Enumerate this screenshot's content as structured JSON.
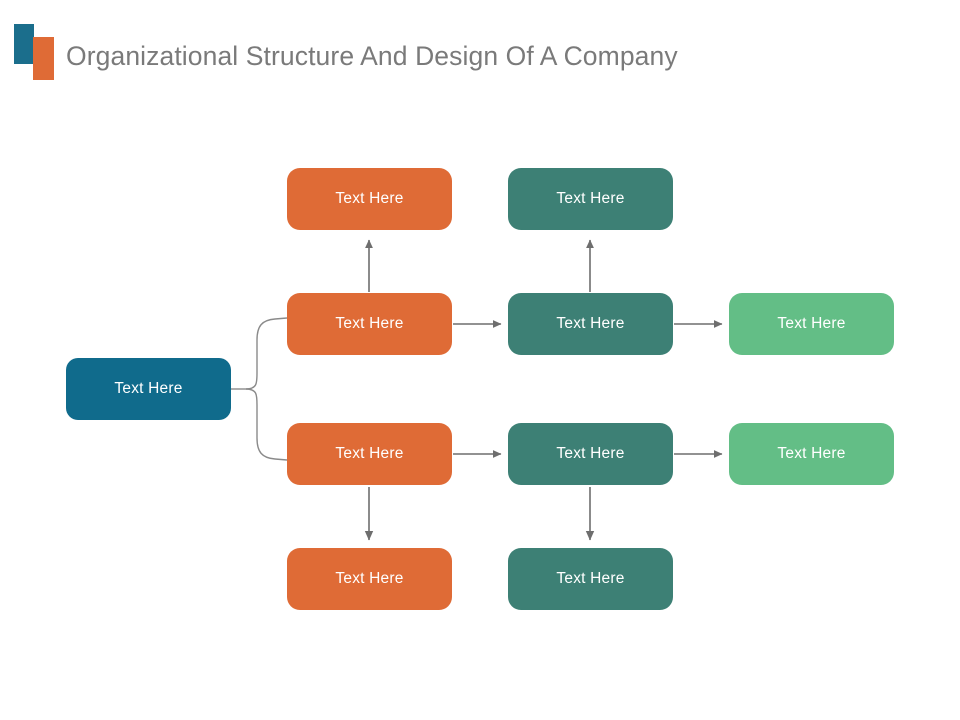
{
  "header": {
    "title": "Organizational Structure And Design Of A Company",
    "logo": {
      "blue_bar": "logo-bar-blue",
      "orange_bar": "logo-bar-orange"
    }
  },
  "colors": {
    "root_blue": "#106B8C",
    "orange": "#DF6B36",
    "teal": "#3D8075",
    "light_green": "#63BE86",
    "title_gray": "#7A7A7A",
    "connector_gray": "#6E6E6E",
    "background": "#FFFFFF"
  },
  "diagram": {
    "type": "organizational-chart",
    "node_label_default": "Text Here",
    "root": {
      "id": "root",
      "label": "Text Here",
      "color": "#106B8C",
      "column": 1,
      "row": "center"
    },
    "branches": [
      {
        "id": "branch-upper",
        "nodes": [
          {
            "id": "n-c2-r1",
            "label": "Text Here",
            "color": "#DF6B36",
            "column": 2,
            "row": 1
          },
          {
            "id": "n-c2-r2",
            "label": "Text Here",
            "color": "#DF6B36",
            "column": 2,
            "row": 2
          },
          {
            "id": "n-c3-r1",
            "label": "Text Here",
            "color": "#3D8075",
            "column": 3,
            "row": 1
          },
          {
            "id": "n-c3-r2",
            "label": "Text Here",
            "color": "#3D8075",
            "column": 3,
            "row": 2
          },
          {
            "id": "n-c4-r2",
            "label": "Text Here",
            "color": "#63BE86",
            "column": 4,
            "row": 2
          }
        ]
      },
      {
        "id": "branch-lower",
        "nodes": [
          {
            "id": "n-c2-r3",
            "label": "Text Here",
            "color": "#DF6B36",
            "column": 2,
            "row": 3
          },
          {
            "id": "n-c2-r4",
            "label": "Text Here",
            "color": "#DF6B36",
            "column": 2,
            "row": 4
          },
          {
            "id": "n-c3-r3",
            "label": "Text Here",
            "color": "#3D8075",
            "column": 3,
            "row": 3
          },
          {
            "id": "n-c3-r4",
            "label": "Text Here",
            "color": "#3D8075",
            "column": 3,
            "row": 4
          },
          {
            "id": "n-c4-r3",
            "label": "Text Here",
            "color": "#63BE86",
            "column": 4,
            "row": 3
          }
        ]
      }
    ],
    "connectors": [
      {
        "id": "bracket-root",
        "kind": "curly-bracket",
        "from": "root",
        "to": [
          "n-c2-r2",
          "n-c2-r3"
        ]
      },
      {
        "id": "arrow-c2r2-up",
        "kind": "arrow-up",
        "from": "n-c2-r2",
        "to": "n-c2-r1"
      },
      {
        "id": "arrow-c3r2-up",
        "kind": "arrow-up",
        "from": "n-c3-r2",
        "to": "n-c3-r1"
      },
      {
        "id": "arrow-c2r2-right",
        "kind": "arrow-right",
        "from": "n-c2-r2",
        "to": "n-c3-r2"
      },
      {
        "id": "arrow-c3r2-right",
        "kind": "arrow-right",
        "from": "n-c3-r2",
        "to": "n-c4-r2"
      },
      {
        "id": "arrow-c2r3-right",
        "kind": "arrow-right",
        "from": "n-c2-r3",
        "to": "n-c3-r3"
      },
      {
        "id": "arrow-c3r3-right",
        "kind": "arrow-right",
        "from": "n-c3-r3",
        "to": "n-c4-r3"
      },
      {
        "id": "arrow-c2r3-down",
        "kind": "arrow-down",
        "from": "n-c2-r3",
        "to": "n-c2-r4"
      },
      {
        "id": "arrow-c3r3-down",
        "kind": "arrow-down",
        "from": "n-c3-r3",
        "to": "n-c3-r4"
      }
    ]
  }
}
